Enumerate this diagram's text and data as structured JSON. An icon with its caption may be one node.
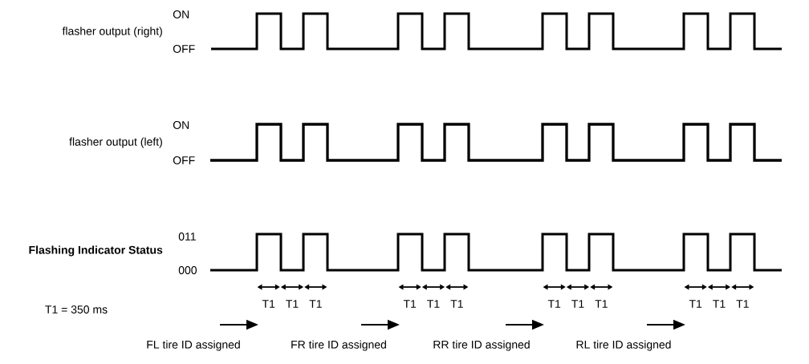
{
  "diagram": {
    "labels": [
      "ON",
      "flasher output (right)",
      "OFF",
      "ON",
      "flasher output (left)",
      "OFF",
      "011",
      "Flashing Indicator Status",
      "000",
      "T1 = 350 ms",
      "T1",
      "T1",
      "T1",
      "T1",
      "T1",
      "T1",
      "T1",
      "T1",
      "T1",
      "T1",
      "T1",
      "T1",
      "FL tire ID assigned",
      "FR tire ID assigned",
      "RR tire ID assigned",
      "RL tire ID assigned"
    ]
  }
}
